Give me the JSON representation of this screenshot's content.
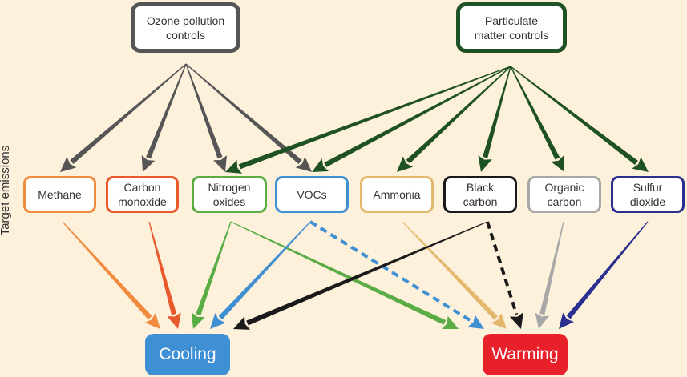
{
  "diagram": {
    "side_label": "Target emissions",
    "controls": [
      {
        "id": "ozone",
        "label": "Ozone pollution\ncontrols",
        "color": "#555555"
      },
      {
        "id": "pm",
        "label": "Particulate\nmatter controls",
        "color": "#1e5124"
      }
    ],
    "emissions": [
      {
        "id": "methane",
        "label": "Methane",
        "color": "#f08a3c"
      },
      {
        "id": "co",
        "label": "Carbon\nmonoxide",
        "color": "#e85a2c"
      },
      {
        "id": "nox",
        "label": "Nitrogen\noxides",
        "color": "#5aad45"
      },
      {
        "id": "vocs",
        "label": "VOCs",
        "color": "#3f8fd2"
      },
      {
        "id": "ammonia",
        "label": "Ammonia",
        "color": "#e3b86e"
      },
      {
        "id": "bc",
        "label": "Black\ncarbon",
        "color": "#1a1a1a"
      },
      {
        "id": "oc",
        "label": "Organic\ncarbon",
        "color": "#a8a8a8"
      },
      {
        "id": "so2",
        "label": "Sulfur\ndioxide",
        "color": "#2b2f8f"
      }
    ],
    "outcomes": [
      {
        "id": "cooling",
        "label": "Cooling",
        "color": "#3e8fd3"
      },
      {
        "id": "warming",
        "label": "Warming",
        "color": "#e8202a"
      }
    ],
    "links": [
      {
        "from": "ozone",
        "to": "methane",
        "color": "#555555",
        "dashed": false
      },
      {
        "from": "ozone",
        "to": "co",
        "color": "#555555",
        "dashed": false
      },
      {
        "from": "ozone",
        "to": "nox",
        "color": "#555555",
        "dashed": false
      },
      {
        "from": "ozone",
        "to": "vocs",
        "color": "#555555",
        "dashed": false
      },
      {
        "from": "pm",
        "to": "nox",
        "color": "#1e5124",
        "dashed": false
      },
      {
        "from": "pm",
        "to": "vocs",
        "color": "#1e5124",
        "dashed": false
      },
      {
        "from": "pm",
        "to": "ammonia",
        "color": "#1e5124",
        "dashed": false
      },
      {
        "from": "pm",
        "to": "bc",
        "color": "#1e5124",
        "dashed": false
      },
      {
        "from": "pm",
        "to": "oc",
        "color": "#1e5124",
        "dashed": false
      },
      {
        "from": "pm",
        "to": "so2",
        "color": "#1e5124",
        "dashed": false
      },
      {
        "from": "methane",
        "to": "cooling",
        "color": "#f08a3c",
        "dashed": false
      },
      {
        "from": "co",
        "to": "cooling",
        "color": "#e85a2c",
        "dashed": false
      },
      {
        "from": "nox",
        "to": "cooling",
        "color": "#5aad45",
        "dashed": false
      },
      {
        "from": "nox",
        "to": "warming",
        "color": "#5aad45",
        "dashed": false
      },
      {
        "from": "vocs",
        "to": "cooling",
        "color": "#3f8fd2",
        "dashed": false
      },
      {
        "from": "vocs",
        "to": "warming",
        "color": "#3f8fd2",
        "dashed": true
      },
      {
        "from": "ammonia",
        "to": "warming",
        "color": "#e3b86e",
        "dashed": false
      },
      {
        "from": "bc",
        "to": "cooling",
        "color": "#1a1a1a",
        "dashed": false
      },
      {
        "from": "bc",
        "to": "warming",
        "color": "#1a1a1a",
        "dashed": true
      },
      {
        "from": "oc",
        "to": "warming",
        "color": "#a8a8a8",
        "dashed": false
      },
      {
        "from": "so2",
        "to": "warming",
        "color": "#2b2f8f",
        "dashed": false
      }
    ]
  }
}
